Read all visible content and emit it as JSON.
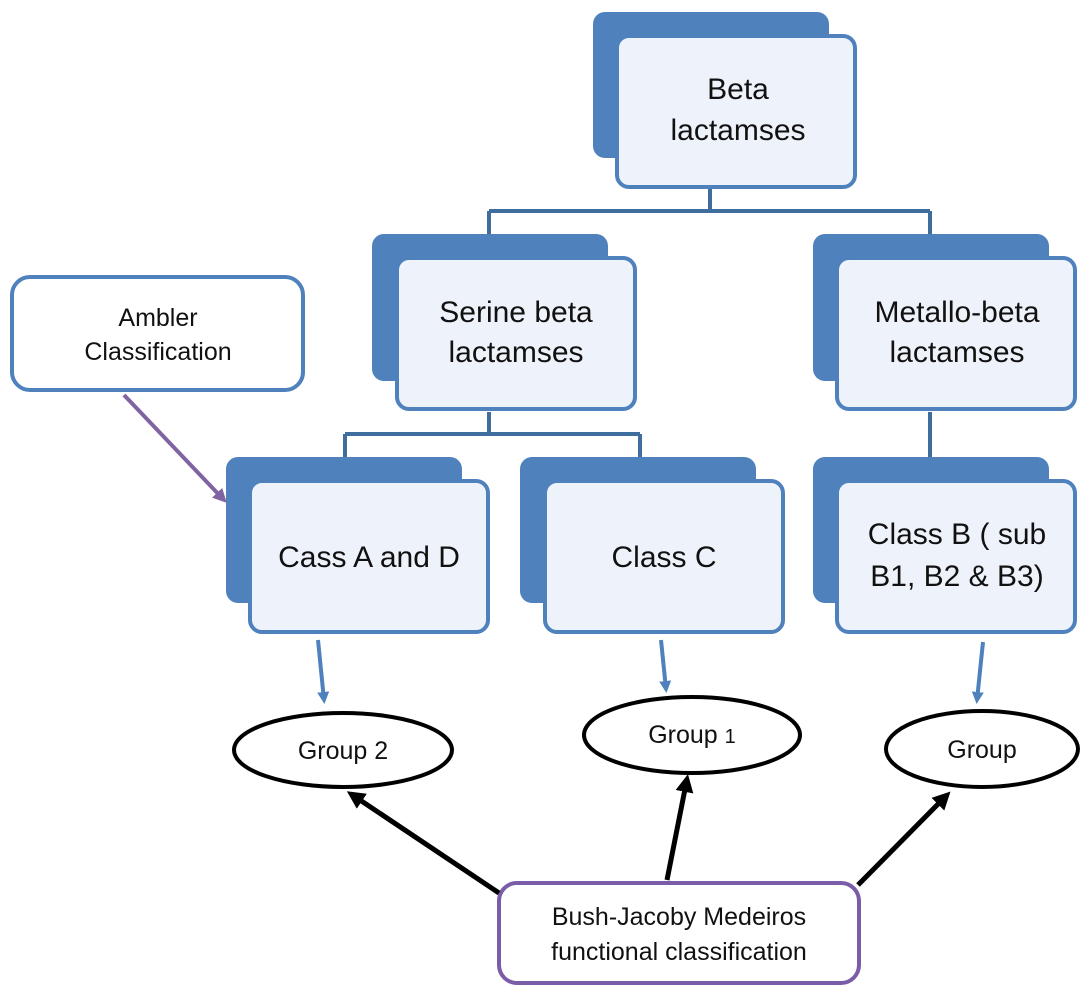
{
  "colors": {
    "shadow_block": "#4f81bd",
    "box_fill": "#eef2fa",
    "box_stroke": "#4f81bd",
    "connector": "#3f6e9e",
    "ambler_arrow": "#8064a2",
    "bush_border": "#7b5ca8",
    "black_arrow": "#000000",
    "oval_stroke": "#000000"
  },
  "nodes": {
    "beta": {
      "line1": "Beta",
      "line2": "lactamses"
    },
    "serine": {
      "line1": "Serine beta",
      "line2": "lactamses"
    },
    "metallo": {
      "line1": "Metallo-beta",
      "line2": "lactamses"
    },
    "class_ad": {
      "line1": "Cass A and D"
    },
    "class_c": {
      "line1": "Class C"
    },
    "class_b": {
      "line1": "Class B ( sub",
      "line2": "B1, B2  & B3)"
    }
  },
  "callouts": {
    "ambler": {
      "line1": "Ambler",
      "line2": "Classification"
    },
    "bush": {
      "line1": "Bush-Jacoby Medeiros",
      "line2": "functional classification"
    }
  },
  "ovals": {
    "group2": "Group 2",
    "group1_main": "Group ",
    "group1_suffix": "1",
    "group": "Group"
  }
}
